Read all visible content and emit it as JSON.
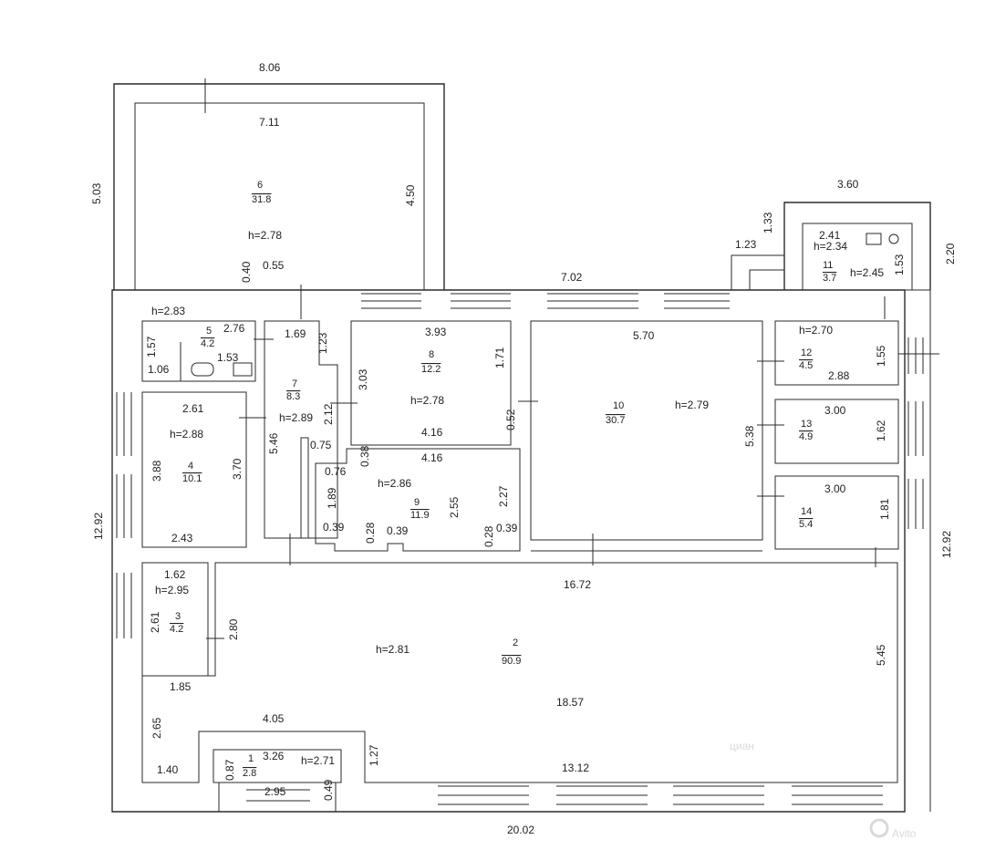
{
  "outer_dims": {
    "top": "8.06",
    "left_top": "5.03",
    "left_total": "12.92",
    "right_total": "12.92",
    "bottom": "20.02",
    "mid_top": "7.02",
    "top_right": "3.60",
    "right_upper": "2.20",
    "step_h": "1.33",
    "step_w": "1.23",
    "mid_width": "16.72",
    "lower_width": "18.57",
    "bottom_inner": "13.12"
  },
  "rooms": [
    {
      "id": "room-6",
      "num": "6",
      "area": "31.8",
      "h": "h=2.78",
      "dims": [
        "7.11",
        "4.50",
        "0.40",
        "0.55"
      ]
    },
    {
      "id": "room-5",
      "num": "5",
      "area": "4.2",
      "h": "h=2.83",
      "dims": [
        "2.76",
        "1.57",
        "1.06",
        "1.53"
      ]
    },
    {
      "id": "room-7",
      "num": "7",
      "area": "8.3",
      "h": "h=2.89",
      "dims": [
        "1.69",
        "1.23",
        "2.12",
        "5.46",
        "0.75"
      ]
    },
    {
      "id": "room-8",
      "num": "8",
      "area": "12.2",
      "h": "h=2.78",
      "dims": [
        "3.93",
        "3.03",
        "1.71",
        "4.16",
        "0.52"
      ]
    },
    {
      "id": "room-9",
      "num": "9",
      "area": "11.9",
      "h": "h=2.86",
      "dims": [
        "4.16",
        "0.38",
        "0.76",
        "1.89",
        "0.39",
        "0.28",
        "0.39",
        "2.55",
        "2.27",
        "0.28",
        "0.39"
      ]
    },
    {
      "id": "room-10",
      "num": "10",
      "area": "30.7",
      "h": "h=2.79",
      "dims": [
        "5.70",
        "5.38"
      ]
    },
    {
      "id": "room-4",
      "num": "4",
      "area": "10.1",
      "h": "h=2.88",
      "dims": [
        "2.61",
        "3.88",
        "3.70",
        "2.43"
      ]
    },
    {
      "id": "room-11",
      "num": "11",
      "area": "3.7",
      "h": "h=2.45",
      "dims": [
        "2.41",
        "h=2.34",
        "1.53"
      ]
    },
    {
      "id": "room-12",
      "num": "12",
      "area": "4.5",
      "h": "h=2.70",
      "dims": [
        "2.88",
        "1.55"
      ]
    },
    {
      "id": "room-13",
      "num": "13",
      "area": "4.9",
      "h": "",
      "dims": [
        "3.00",
        "1.62"
      ]
    },
    {
      "id": "room-14",
      "num": "14",
      "area": "5.4",
      "h": "",
      "dims": [
        "3.00",
        "1.81"
      ]
    },
    {
      "id": "room-3",
      "num": "3",
      "area": "4.2",
      "h": "h=2.95",
      "dims": [
        "1.62",
        "2.61",
        "2.80",
        "1.85"
      ]
    },
    {
      "id": "room-2",
      "num": "2",
      "area": "90.9",
      "h": "h=2.81",
      "dims": [
        "5.45",
        "2.65",
        "4.05",
        "1.40",
        "1.27"
      ]
    },
    {
      "id": "room-1",
      "num": "1",
      "area": "2.8",
      "h": "h=2.71",
      "dims": [
        "3.26",
        "0.87",
        "2.95",
        "0.49"
      ]
    }
  ],
  "watermarks": {
    "cian": "циан",
    "avito": "Avito"
  }
}
